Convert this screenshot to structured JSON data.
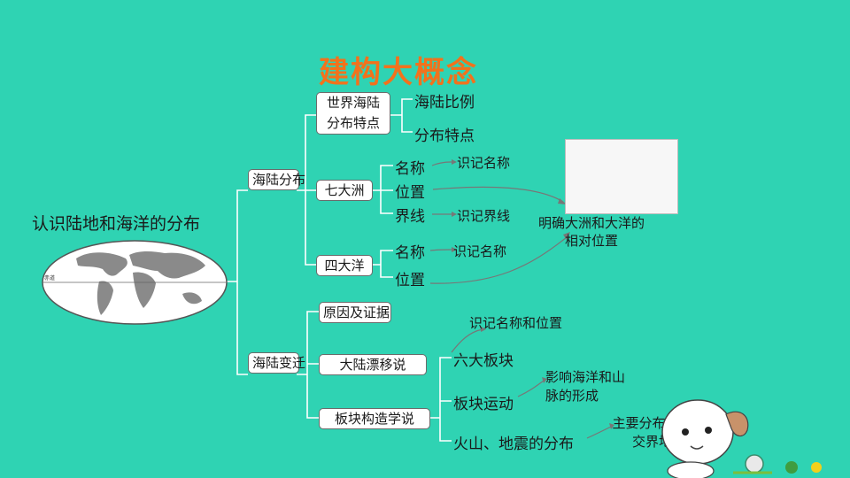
{
  "title": "建构大概念",
  "root": "认识陆地和海洋的分布",
  "map_labels": {
    "equator": "赤道"
  },
  "branch1": {
    "label": "海陆分布",
    "children": {
      "world": {
        "label": "世界海陆分布特点",
        "items": [
          "海陆比例",
          "分布特点"
        ]
      },
      "continents": {
        "label": "七大洲",
        "items": [
          "名称",
          "位置",
          "界线"
        ],
        "notes": [
          "识记名称",
          "识记界线"
        ]
      },
      "oceans": {
        "label": "四大洋",
        "items": [
          "名称",
          "位置"
        ],
        "notes": [
          "识记名称"
        ]
      },
      "relative_position": "明确大洲和大洋的相对位置"
    }
  },
  "branch2": {
    "label": "海陆变迁",
    "children": {
      "causes": "原因及证据",
      "drift": "大陆漂移说",
      "plates": {
        "label": "板块构造学说",
        "items": [
          "六大板块",
          "板块运动",
          "火山、地震的分布"
        ],
        "notes": [
          "识记名称和位置",
          "影响海洋和山脉的形成",
          "主要分布在板块交界地带"
        ]
      }
    }
  },
  "colors": {
    "background": "#2fd3b3",
    "title": "#f2721c",
    "lines": "#ffffff",
    "arrows": "#777777"
  }
}
